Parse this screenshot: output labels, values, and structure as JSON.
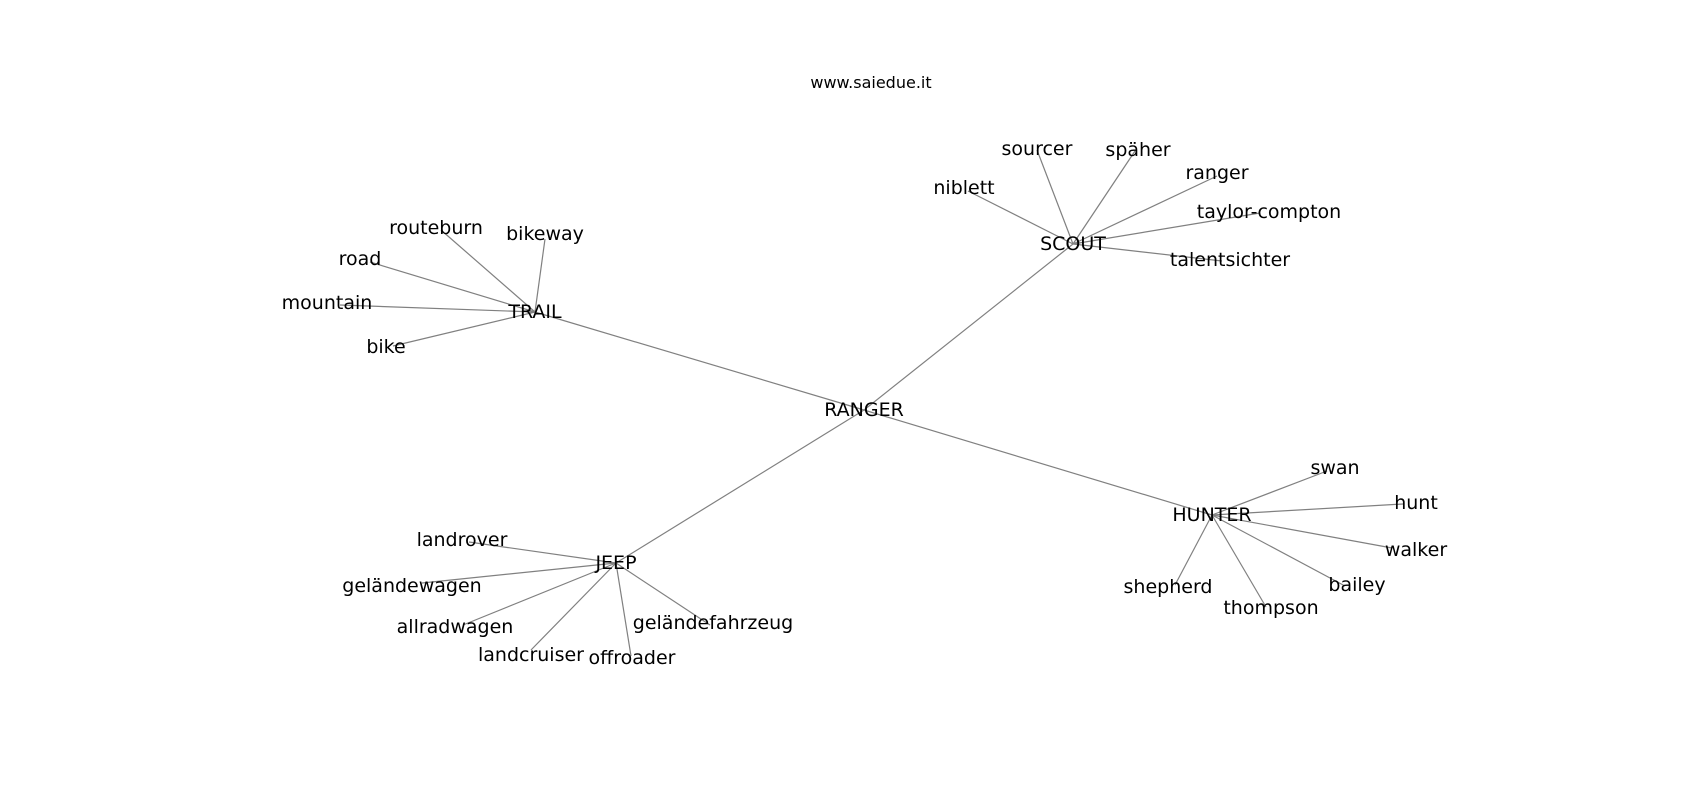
{
  "watermark": "www.saiedue.it",
  "center": {
    "label": "RANGER"
  },
  "hubs": [
    {
      "id": "scout",
      "label": "SCOUT",
      "leaves": [
        "niblett",
        "sourcer",
        "späher",
        "ranger",
        "taylor-compton",
        "talentsichter"
      ]
    },
    {
      "id": "trail",
      "label": "TRAIL",
      "leaves": [
        "routeburn",
        "bikeway",
        "road",
        "mountain",
        "bike"
      ]
    },
    {
      "id": "hunter",
      "label": "HUNTER",
      "leaves": [
        "swan",
        "hunt",
        "walker",
        "bailey",
        "thompson",
        "shepherd"
      ]
    },
    {
      "id": "jeep",
      "label": "JEEP",
      "leaves": [
        "landrover",
        "geländewagen",
        "allradwagen",
        "landcruiser",
        "offroader",
        "geländefahrzeug"
      ]
    }
  ]
}
